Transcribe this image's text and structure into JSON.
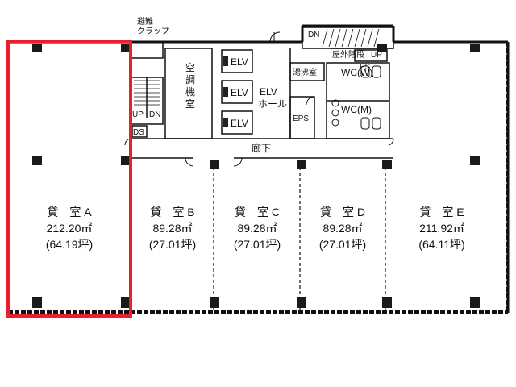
{
  "building": {
    "evacuation_line1": "避難",
    "evacuation_line2": "クラップ",
    "dn_top": "DN",
    "outdoor_stairs": "屋外階段",
    "up_outdoor": "UP",
    "ps": "PS",
    "up_left": "UP",
    "dn_left": "DN",
    "ds": "DS",
    "ac_room": [
      "空",
      "調",
      "機",
      "室"
    ],
    "elv": [
      "ELV",
      "ELV",
      "ELV"
    ],
    "elv_hall_line1": "ELV",
    "elv_hall_line2": "ホール",
    "kitchen": "湯沸室",
    "eps": "EPS",
    "wc_w": "WC(W)",
    "wc_m": "WC(M)",
    "corridor": "廊下"
  },
  "rooms": [
    {
      "id": "A",
      "name": "貸　室 A",
      "area": "212.20㎡",
      "tsubo": "(64.19坪)",
      "highlighted": true
    },
    {
      "id": "B",
      "name": "貸　室 B",
      "area": "89.28㎡",
      "tsubo": "(27.01坪)",
      "highlighted": false
    },
    {
      "id": "C",
      "name": "貸　室 C",
      "area": "89.28㎡",
      "tsubo": "(27.01坪)",
      "highlighted": false
    },
    {
      "id": "D",
      "name": "貸　室 D",
      "area": "89.28㎡",
      "tsubo": "(27.01坪)",
      "highlighted": false
    },
    {
      "id": "E",
      "name": "貸　室 E",
      "area": "211.92㎡",
      "tsubo": "(64.11坪)",
      "highlighted": false
    }
  ],
  "colors": {
    "wall": "#111111",
    "highlight": "#e8202a",
    "column": "#1a1a1a"
  }
}
